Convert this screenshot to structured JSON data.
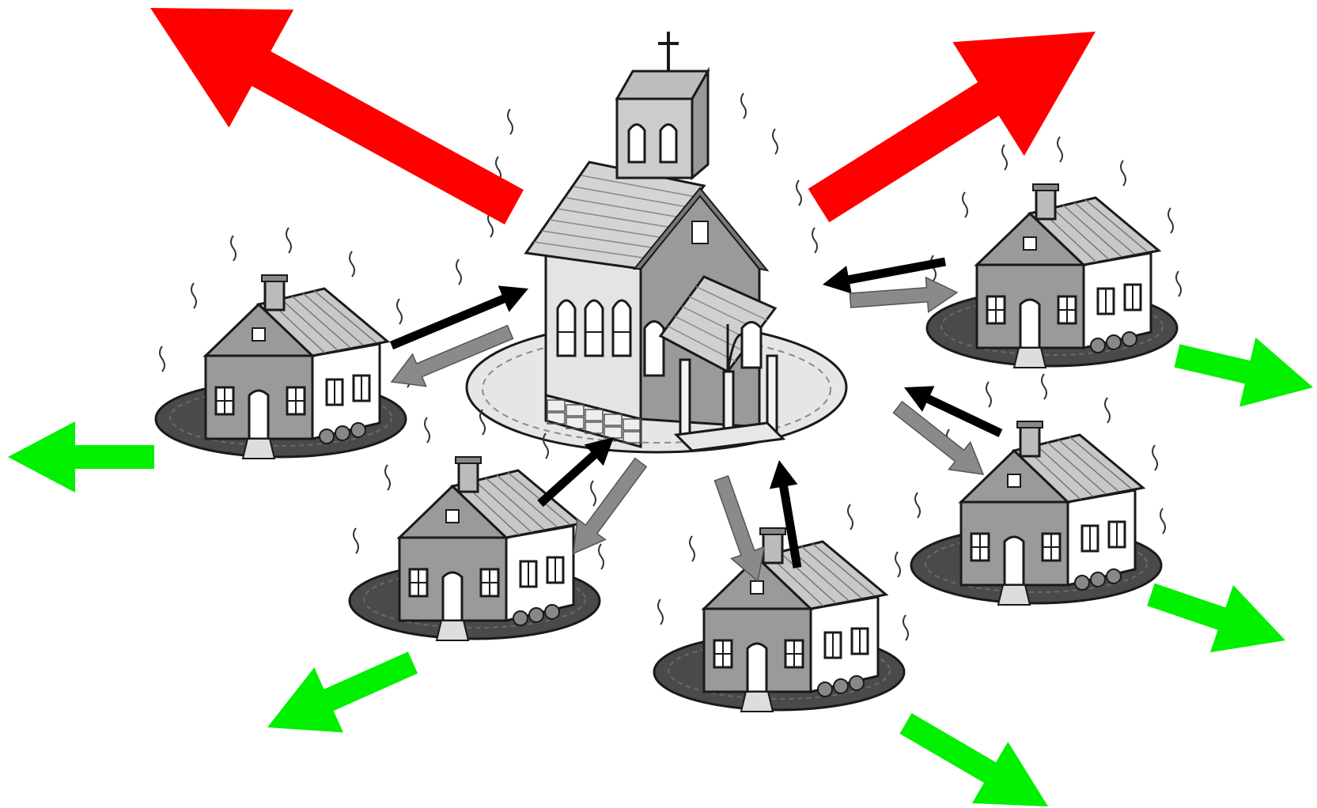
{
  "diagram": {
    "colors": {
      "outward_arrow": "#ff0000",
      "spread_arrow": "#00f000",
      "return_arrow": "#000000",
      "send_arrow": "#8a8a8a",
      "ink": "#1a1a1a",
      "ground": "#4a4a4a",
      "wall_shade": "#9a9a9a",
      "roof_shade": "#c8c8c8"
    },
    "nodes": [
      {
        "id": "church",
        "kind": "church",
        "icon": "church-icon"
      },
      {
        "id": "house-west",
        "kind": "house",
        "icon": "house-icon"
      },
      {
        "id": "house-southwest",
        "kind": "house",
        "icon": "house-icon"
      },
      {
        "id": "house-south",
        "kind": "house",
        "icon": "house-icon"
      },
      {
        "id": "house-southeast",
        "kind": "house",
        "icon": "house-icon"
      },
      {
        "id": "house-east",
        "kind": "house",
        "icon": "house-icon"
      }
    ],
    "links": [
      {
        "from": "house-west",
        "to": "church",
        "kind": "return"
      },
      {
        "from": "house-southwest",
        "to": "church",
        "kind": "return"
      },
      {
        "from": "house-south",
        "to": "church",
        "kind": "return"
      },
      {
        "from": "house-southeast",
        "to": "church",
        "kind": "return"
      },
      {
        "from": "house-east",
        "to": "church",
        "kind": "return"
      },
      {
        "from": "church",
        "to": "house-west",
        "kind": "send"
      },
      {
        "from": "church",
        "to": "house-southwest",
        "kind": "send"
      },
      {
        "from": "church",
        "to": "house-south",
        "kind": "send"
      },
      {
        "from": "church",
        "to": "house-southeast",
        "kind": "send"
      },
      {
        "from": "church",
        "to": "house-east",
        "kind": "send"
      },
      {
        "from": "church",
        "to": "beyond-northwest",
        "kind": "outward"
      },
      {
        "from": "church",
        "to": "beyond-northeast",
        "kind": "outward"
      },
      {
        "from": "house-west",
        "to": "beyond-west",
        "kind": "spread"
      },
      {
        "from": "house-southwest",
        "to": "beyond-southwest",
        "kind": "spread"
      },
      {
        "from": "house-south",
        "to": "beyond-south",
        "kind": "spread"
      },
      {
        "from": "house-southeast",
        "to": "beyond-southeast",
        "kind": "spread"
      },
      {
        "from": "house-east",
        "to": "beyond-east",
        "kind": "spread"
      }
    ]
  }
}
